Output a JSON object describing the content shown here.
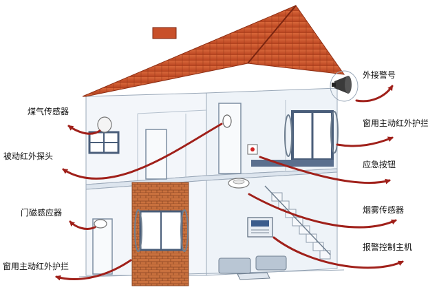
{
  "labels": {
    "coal_gas_sensor": "煤气传感器",
    "passive_ir_probe": "被动红外探头",
    "door_magnetic_sensor": "门磁感应器",
    "window_ir_guard_left": "窗用主动红外护拦",
    "external_siren": "外接警号",
    "window_ir_guard_right": "窗用主动红外护拦",
    "emergency_button": "应急按钮",
    "smoke_sensor": "烟雾传感器",
    "alarm_control_host": "报警控制主机"
  },
  "colors": {
    "roof": "#c8502a",
    "roof_dark": "#8e2f15",
    "wall": "#f2f6fa",
    "wall_line": "#9aa8b8",
    "brick": "#c9713e",
    "window_frame": "#4a5e7a",
    "glass": "#ffffff",
    "arrow": "#a0201a",
    "floor": "#dde5ee"
  }
}
